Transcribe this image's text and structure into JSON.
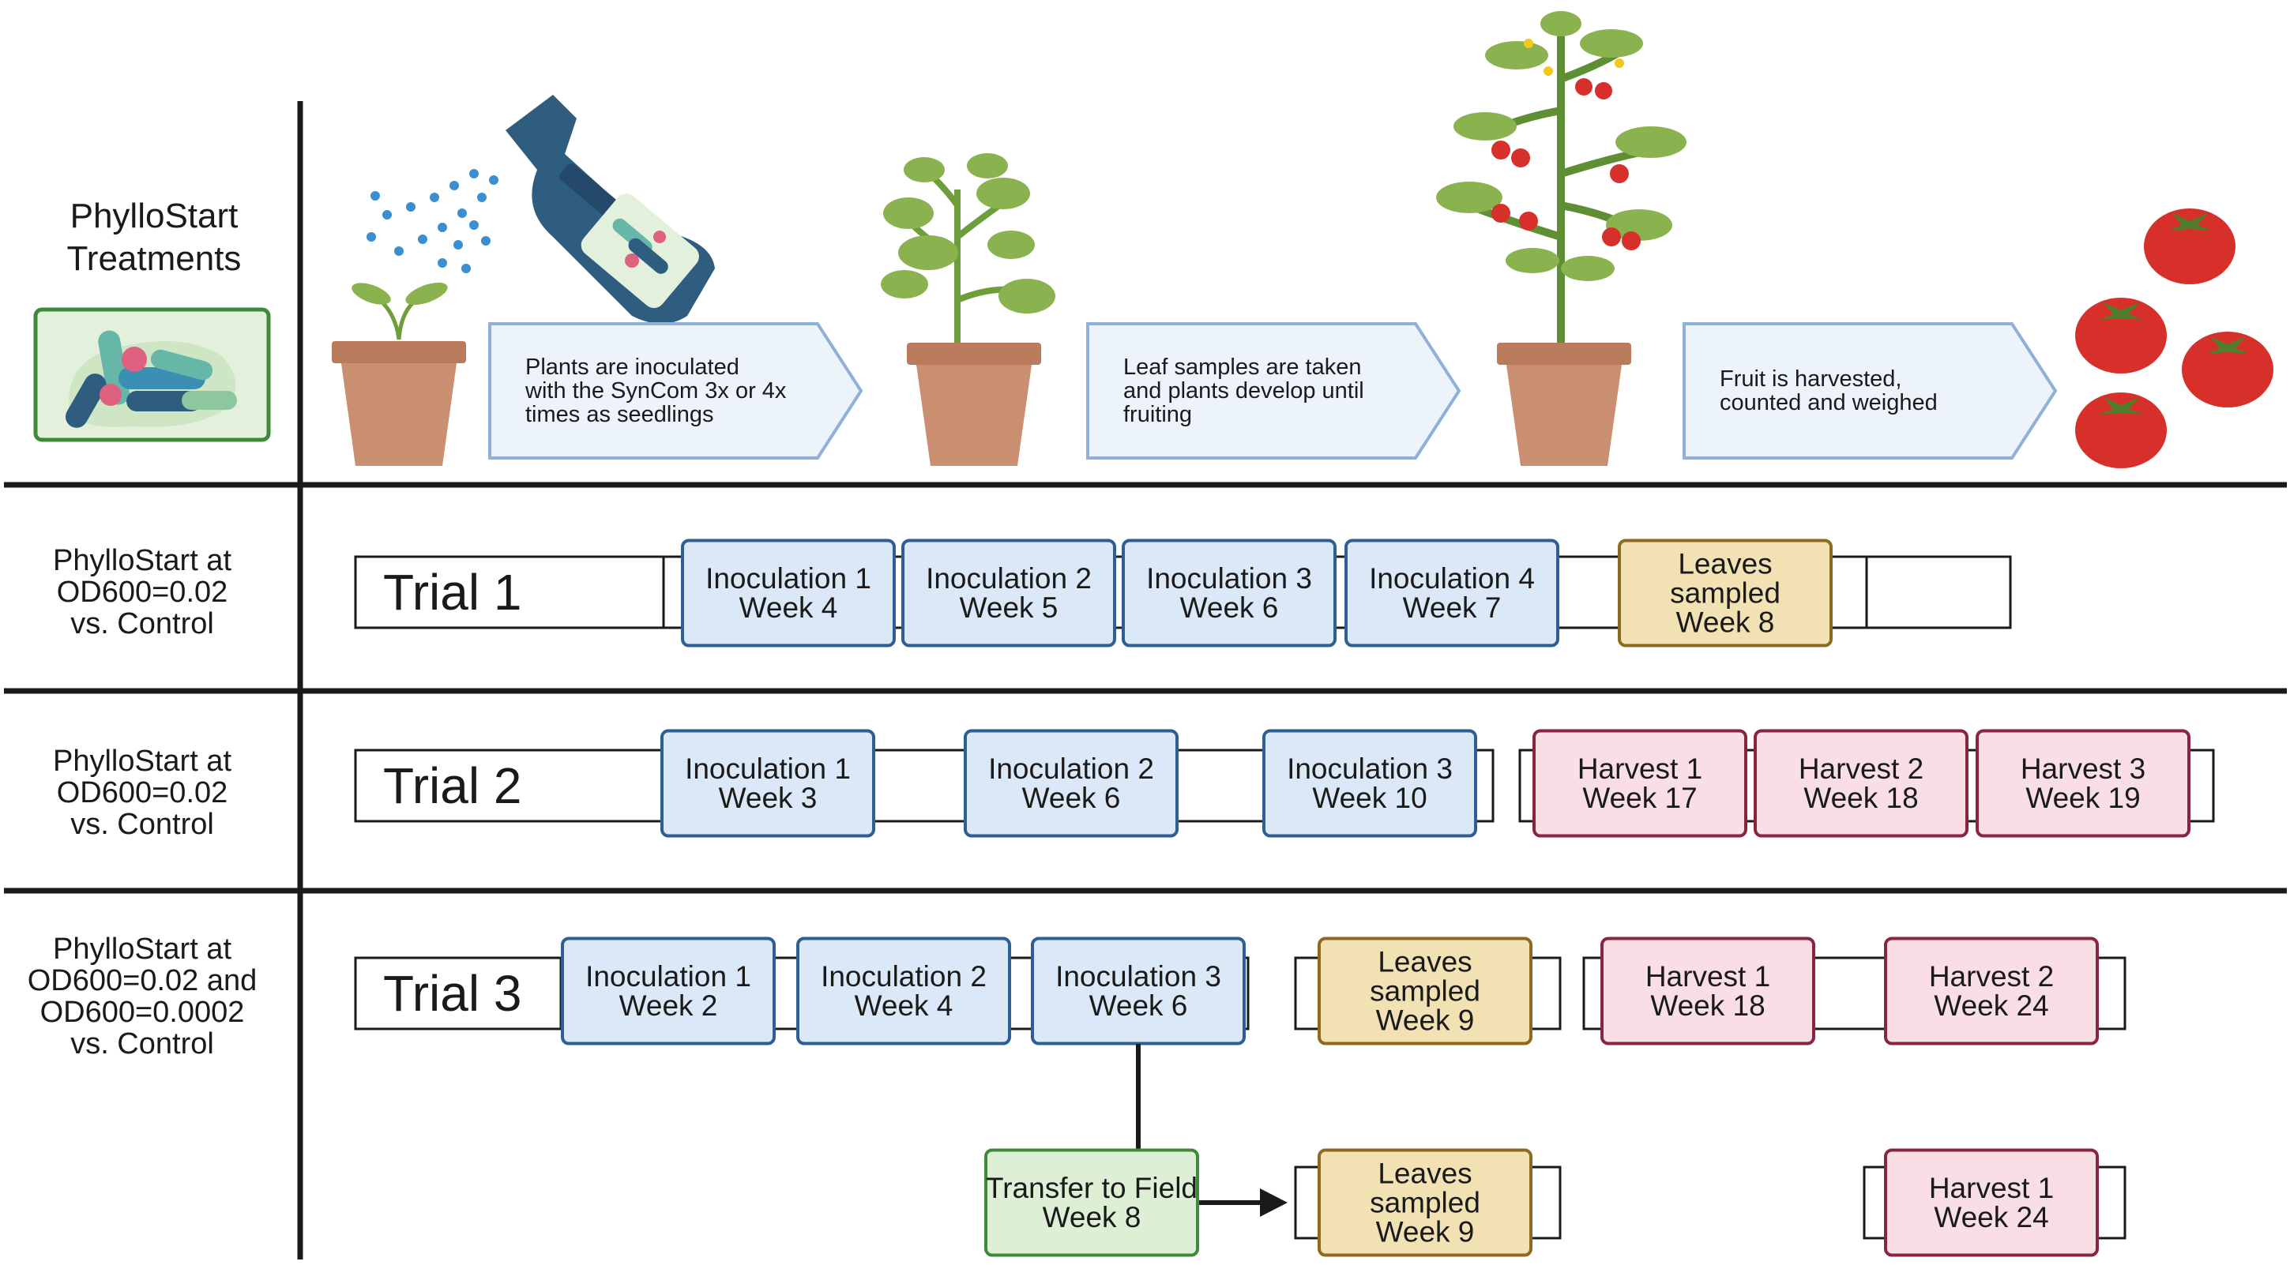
{
  "header": {
    "title_line1": "PhylloStart",
    "title_line2": "Treatments"
  },
  "steps": [
    {
      "lines": [
        "Plants are inoculated",
        "with the SynCom 3x or 4x",
        "times as seedlings"
      ]
    },
    {
      "lines": [
        "Leaf samples are taken",
        "and plants develop until",
        "fruiting"
      ]
    },
    {
      "lines": [
        "Fruit is harvested,",
        "counted and weighed"
      ]
    }
  ],
  "rows": [
    {
      "treatment": [
        "PhylloStart at",
        "OD600=0.02",
        "vs. Control"
      ],
      "trial": "Trial 1",
      "boxes": [
        {
          "kind": "inoculation",
          "lines": [
            "Inoculation 1",
            "Week 4"
          ]
        },
        {
          "kind": "inoculation",
          "lines": [
            "Inoculation 2",
            "Week 5"
          ]
        },
        {
          "kind": "inoculation",
          "lines": [
            "Inoculation 3",
            "Week 6"
          ]
        },
        {
          "kind": "inoculation",
          "lines": [
            "Inoculation 4",
            "Week 7"
          ]
        },
        {
          "kind": "leaves",
          "lines": [
            "Leaves",
            "sampled",
            "Week 8"
          ]
        }
      ]
    },
    {
      "treatment": [
        "PhylloStart at",
        "OD600=0.02",
        "vs. Control"
      ],
      "trial": "Trial 2",
      "boxes": [
        {
          "kind": "inoculation",
          "lines": [
            "Inoculation 1",
            "Week 3"
          ]
        },
        {
          "kind": "inoculation",
          "lines": [
            "Inoculation 2",
            "Week 6"
          ]
        },
        {
          "kind": "inoculation",
          "lines": [
            "Inoculation 3",
            "Week 10"
          ]
        },
        {
          "kind": "harvest",
          "lines": [
            "Harvest 1",
            "Week 17"
          ]
        },
        {
          "kind": "harvest",
          "lines": [
            "Harvest 2",
            "Week 18"
          ]
        },
        {
          "kind": "harvest",
          "lines": [
            "Harvest 3",
            "Week 19"
          ]
        }
      ]
    },
    {
      "treatment": [
        "PhylloStart at",
        "OD600=0.02 and",
        "OD600=0.0002",
        "vs. Control"
      ],
      "trial": "Trial 3",
      "boxes": [
        {
          "kind": "inoculation",
          "lines": [
            "Inoculation 1",
            "Week 2"
          ]
        },
        {
          "kind": "inoculation",
          "lines": [
            "Inoculation 2",
            "Week 4"
          ]
        },
        {
          "kind": "inoculation",
          "lines": [
            "Inoculation 3",
            "Week 6"
          ]
        },
        {
          "kind": "leaves",
          "lines": [
            "Leaves",
            "sampled",
            "Week 9"
          ]
        },
        {
          "kind": "harvest",
          "lines": [
            "Harvest 1",
            "Week 18"
          ]
        },
        {
          "kind": "harvest",
          "lines": [
            "Harvest 2",
            "Week 24"
          ]
        }
      ],
      "field_branch": [
        {
          "kind": "transfer",
          "lines": [
            "Transfer to Field",
            "Week 8"
          ]
        },
        {
          "kind": "leaves",
          "lines": [
            "Leaves",
            "sampled",
            "Week 9"
          ]
        },
        {
          "kind": "harvest",
          "lines": [
            "Harvest 1",
            "Week 24"
          ]
        }
      ]
    }
  ],
  "colors": {
    "inoculation_fill": "#dbe8f7",
    "inoculation_stroke": "#2e5f93",
    "leaves_fill": "#f2e1b3",
    "leaves_stroke": "#8c6a1e",
    "harvest_fill": "#f9dfe5",
    "harvest_stroke": "#8a2540",
    "transfer_fill": "#ddf0d6",
    "transfer_stroke": "#3f8a3a",
    "step_arrow_fill": "#edf3fb",
    "step_arrow_stroke": "#8fb0d9",
    "pot": "#c98f70",
    "leaf": "#8ab34f",
    "tomato": "#d7302a",
    "sprayer": "#2f5d80"
  },
  "icons": [
    "seedling-pot-icon",
    "spray-bottle-icon",
    "young-plant-pot-icon",
    "fruiting-tomato-plant-icon",
    "tomatoes-icon",
    "bacteria-syncom-icon"
  ]
}
